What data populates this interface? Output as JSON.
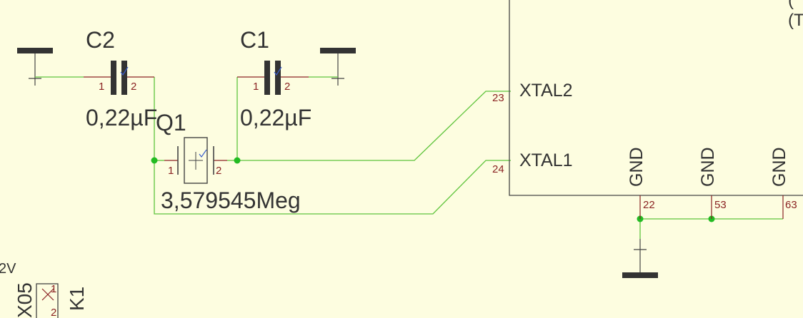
{
  "components": {
    "c2": {
      "name": "C2",
      "value": "0,22µF",
      "pin1": "1",
      "pin2": "2"
    },
    "c1": {
      "name": "C1",
      "value": "0,22µF",
      "pin1": "1",
      "pin2": "2"
    },
    "q1": {
      "name": "Q1",
      "value": "3,579545Meg",
      "pin1": "1",
      "pin2": "2"
    },
    "ic": {
      "pin_xtal2": "XTAL2",
      "pin_xtal1": "XTAL1",
      "num_xtal2": "23",
      "num_xtal1": "24",
      "gnd_pins": [
        {
          "label": "GND",
          "num": "22"
        },
        {
          "label": "GND",
          "num": "53"
        },
        {
          "label": "GND",
          "num": "63"
        }
      ],
      "partial_top1": "(",
      "partial_top2": "(T"
    },
    "k1": {
      "name": "K1",
      "value": "X05",
      "pin1": "1",
      "pin2": "2",
      "partial": "2V"
    }
  },
  "colors": {
    "background": "#fdfde0",
    "wire": "#5fc43c",
    "pin": "#8b2323",
    "body": "#333333",
    "junction": "#22bb22"
  }
}
